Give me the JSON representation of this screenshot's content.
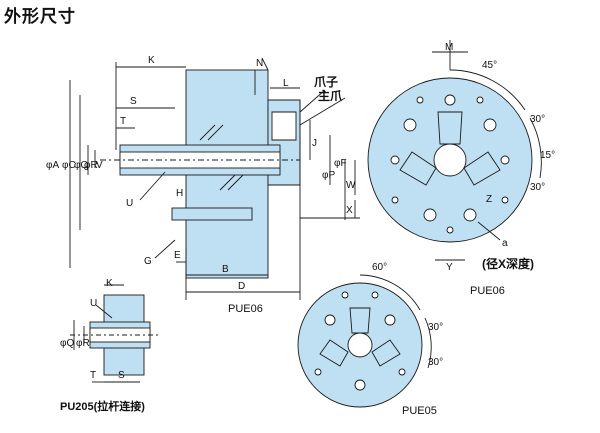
{
  "title": "外形尺寸",
  "section_side": {
    "caption": "PUE06",
    "labels": {
      "K": "K",
      "S": "S",
      "T": "T",
      "U": "U",
      "H": "H",
      "G": "G",
      "E": "E",
      "B": "B",
      "D": "D",
      "N": "N",
      "L": "L",
      "J": "J",
      "W": "W",
      "X": "X",
      "phiA": "φA",
      "phiC": "φC",
      "phiQ": "φQ",
      "phiR": "φR",
      "V": "V",
      "phiP": "φP",
      "phiF": "φF",
      "jaw": "爪子",
      "master_jaw": "主爪"
    }
  },
  "front_pue06": {
    "caption": "PUE06",
    "labels": {
      "M": "M",
      "a45": "45°",
      "a30a": "30°",
      "a15": "15°",
      "a30b": "30°",
      "Z": "Z",
      "Y": "Y",
      "a": "a",
      "note": "(径X深度)"
    }
  },
  "front_pue05": {
    "caption": "PUE05",
    "labels": {
      "a60": "60°",
      "a30a": "30°",
      "a30b": "30°"
    }
  },
  "pu205": {
    "caption": "PU205(拉杆连接)",
    "labels": {
      "K": "K",
      "U": "U",
      "phiQ": "φQ",
      "phiR": "φR",
      "T": "T",
      "S": "S"
    }
  },
  "colors": {
    "body_fill": "#bfe0f3",
    "line": "#1a1a1a",
    "bolt": "#ffffff"
  }
}
